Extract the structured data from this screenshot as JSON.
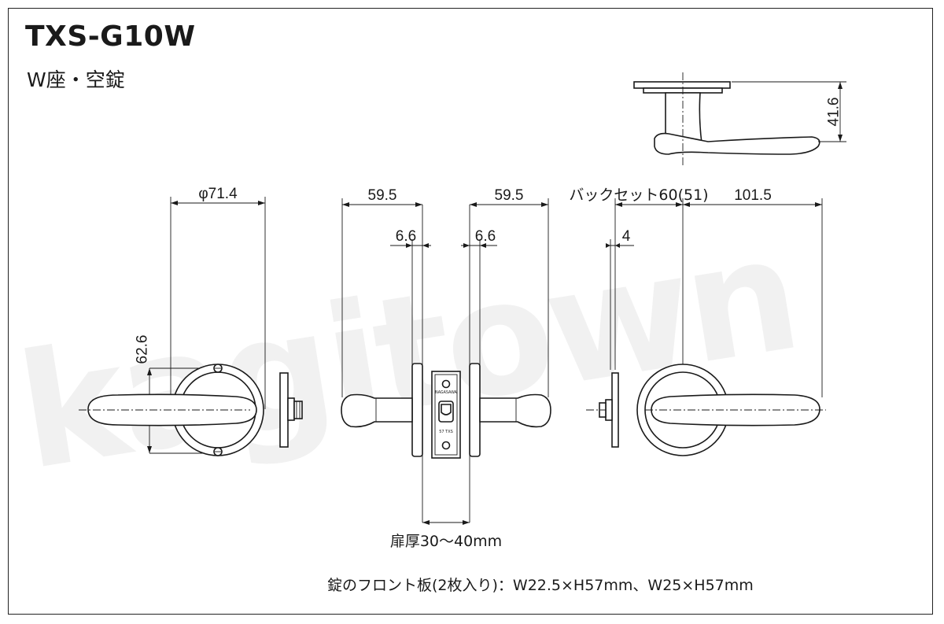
{
  "header": {
    "title": "TXS-G10W",
    "subtitle": "W座・空錠"
  },
  "watermark": "kagitown",
  "dimensions": {
    "rose_diameter": "φ71.4",
    "screw_pitch": "62.6",
    "lever_left": "59.5",
    "lever_right": "59.5",
    "offset_left": "6.6",
    "offset_right": "6.6",
    "backset": "バックセット60(51)",
    "lever_length": "101.5",
    "rose_thickness": "4",
    "lever_height": "41.6",
    "door_thickness": "扉厚30～40mm"
  },
  "latch_plate": {
    "brand": "NAGASAWA",
    "code": "57 TXS"
  },
  "footer_note": "錠のフロント板(2枚入り)：W22.5×H57mm、W25×H57mm"
}
